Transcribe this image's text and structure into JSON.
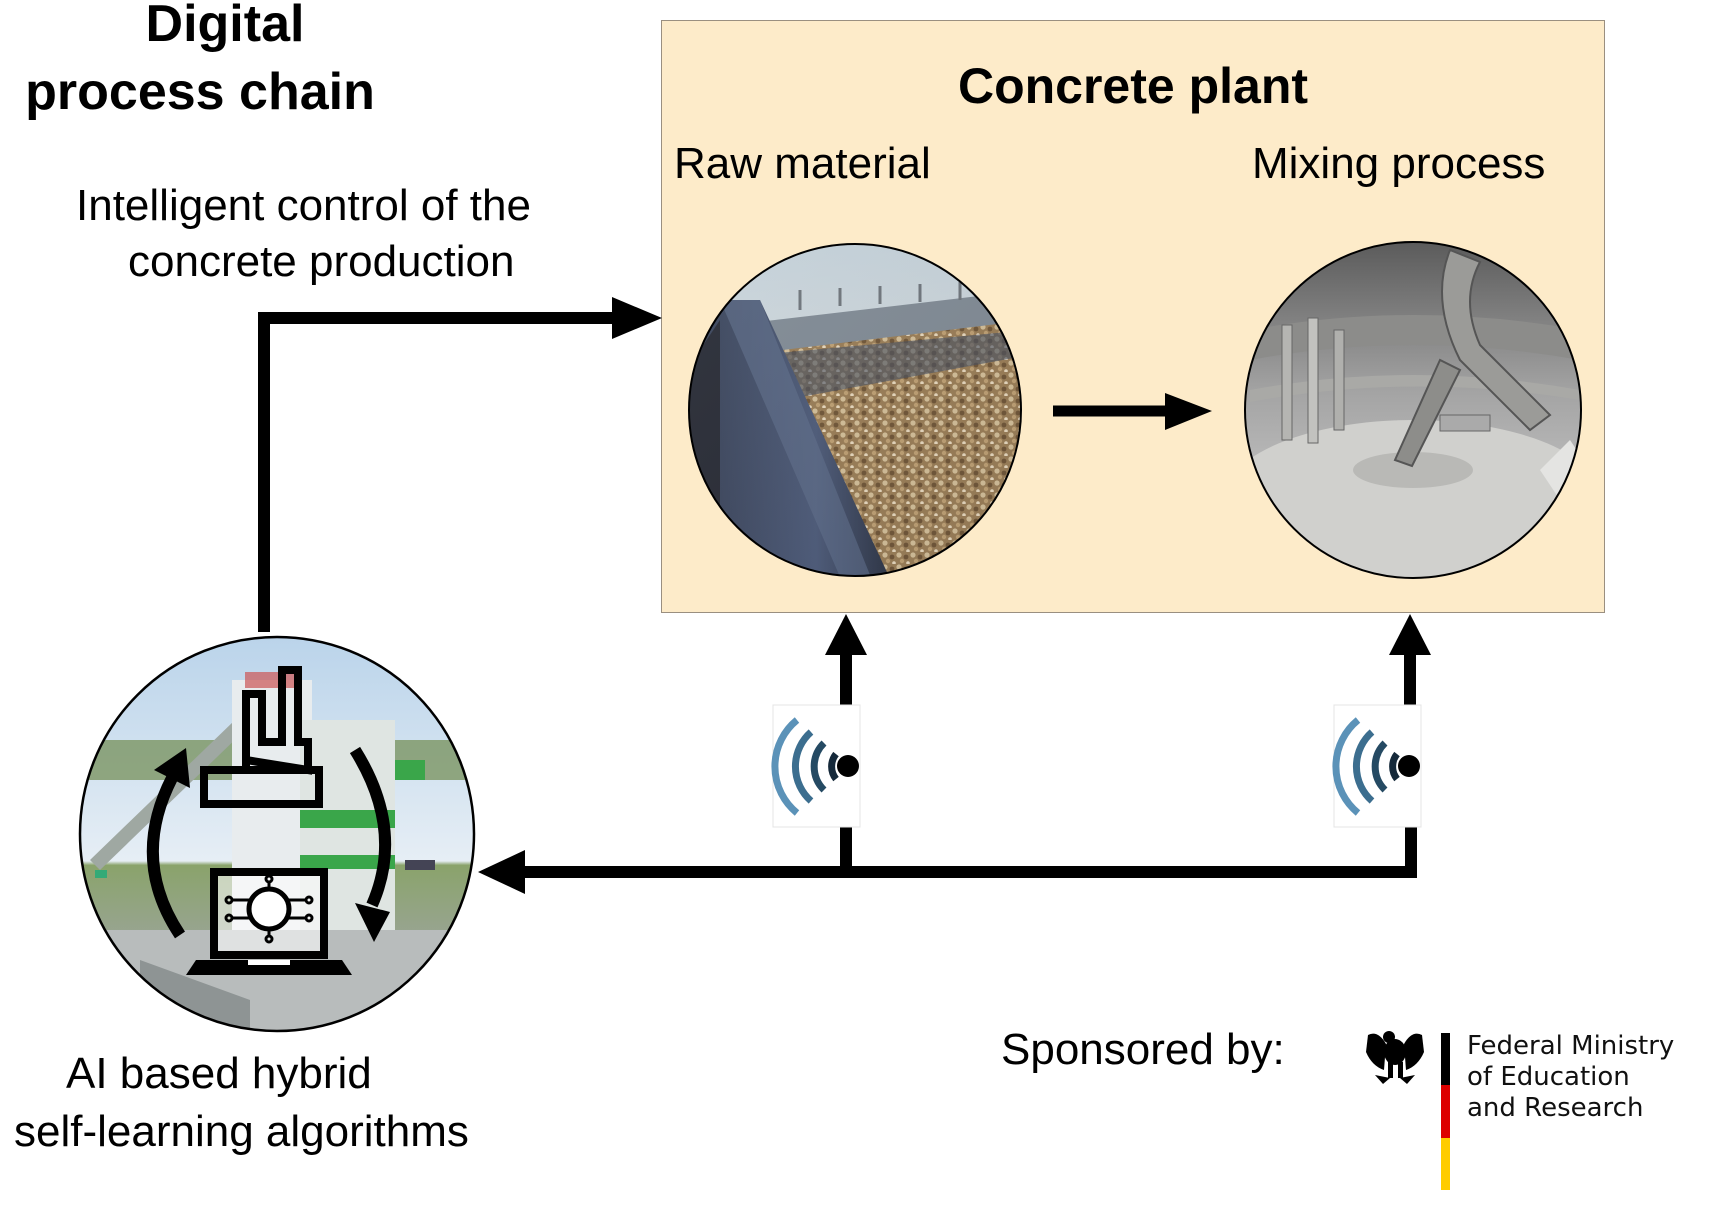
{
  "diagram": {
    "title_line1": "Digital",
    "title_line2": "process chain",
    "control_line1": "Intelligent control of the",
    "control_line2": "concrete production",
    "plant": {
      "title": "Concrete plant",
      "raw_material": "Raw material",
      "mixing_process": "Mixing process"
    },
    "ai_line1": "AI based hybrid",
    "ai_line2": "self-learning algorithms",
    "sponsor_label": "Sponsored by:",
    "sponsor": {
      "line1": "Federal Ministry",
      "line2": "of Education",
      "line3": "and Research",
      "flag_colors": [
        "#000000",
        "#dd0000",
        "#ffcc00"
      ]
    },
    "icons": [
      "ai-circle-photo",
      "factory-icon",
      "laptop-chip-icon",
      "cycle-arrows-icon",
      "wireless-sensor-icon",
      "federal-eagle-icon"
    ],
    "colors": {
      "plant_background": "#fdebc9",
      "arrow": "#000000",
      "sensor_waves": [
        "#5b92b8",
        "#3c6e8f",
        "#254a63",
        "#15293a"
      ]
    }
  }
}
